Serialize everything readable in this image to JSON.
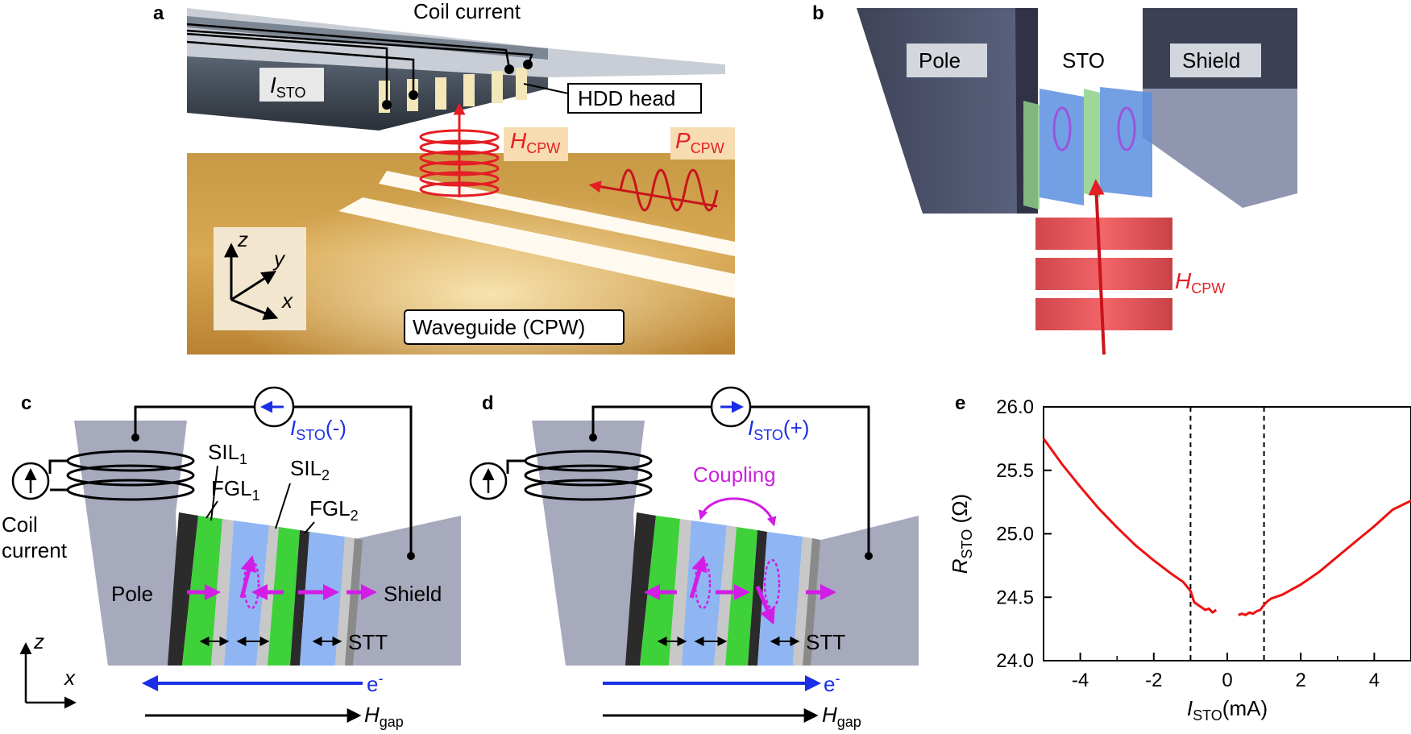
{
  "panels": {
    "a": {
      "letter": "a",
      "coil_current": "Coil current",
      "i_sto_main": "I",
      "i_sto_sub": "STO",
      "hdd_head": "HDD head",
      "h_main": "H",
      "h_sub": "CPW",
      "p_main": "P",
      "p_sub": "CPW",
      "axis_z": "z",
      "axis_y": "y",
      "axis_x": "x",
      "waveguide": "Waveguide (CPW)"
    },
    "b": {
      "letter": "b",
      "pole": "Pole",
      "sto": "STO",
      "shield": "Shield",
      "h_main": "H",
      "h_sub": "CPW"
    },
    "c": {
      "letter": "c",
      "current_main": "I",
      "current_sub": "STO",
      "current_sign": "(-)",
      "sil1_main": "SIL",
      "sil1_sub": "1",
      "fgl1_main": "FGL",
      "fgl1_sub": "1",
      "sil2_main": "SIL",
      "sil2_sub": "2",
      "fgl2_main": "FGL",
      "fgl2_sub": "2",
      "coil_line1": "Coil",
      "coil_line2": "current",
      "pole": "Pole",
      "shield": "Shield",
      "stt": "STT",
      "axis_z": "z",
      "axis_x": "x",
      "electron_main": "e",
      "electron_sup": "-",
      "hgap_main": "H",
      "hgap_sub": "gap"
    },
    "d": {
      "letter": "d",
      "current_main": "I",
      "current_sub": "STO",
      "current_sign": "(+)",
      "coupling": "Coupling",
      "stt": "STT",
      "electron_main": "e",
      "electron_sup": "-",
      "hgap_main": "H",
      "hgap_sub": "gap"
    },
    "e": {
      "letter": "e"
    }
  },
  "chart_data": {
    "type": "line",
    "title": "",
    "xlabel_main": "I",
    "xlabel_sub": "STO",
    "xlabel_unit": "(mA)",
    "ylabel_main": "R",
    "ylabel_sub": "STO",
    "ylabel_unit": "(Ω)",
    "xlim": [
      -5,
      5
    ],
    "ylim": [
      24.0,
      26.0
    ],
    "xticks": [
      -4,
      -2,
      0,
      2,
      4
    ],
    "xtick_labels": [
      "-4",
      "-2",
      "0",
      "2",
      "4"
    ],
    "yticks": [
      24.0,
      24.5,
      25.0,
      25.5,
      26.0
    ],
    "ytick_labels": [
      "24.0",
      "24.5",
      "25.0",
      "25.5",
      "26.0"
    ],
    "vlines": [
      -1,
      1
    ],
    "line_color": "#ee1111",
    "series": [
      {
        "values_x": [
          -5.0,
          -4.5,
          -4.0,
          -3.5,
          -3.0,
          -2.5,
          -2.0,
          -1.5,
          -1.2,
          -1.0,
          -0.9,
          -0.8,
          -0.7,
          -0.6,
          -0.5,
          -0.4,
          -0.3
        ],
        "values_y": [
          25.75,
          25.55,
          25.37,
          25.2,
          25.05,
          24.91,
          24.79,
          24.68,
          24.62,
          24.55,
          24.46,
          24.44,
          24.42,
          24.4,
          24.41,
          24.38,
          24.4
        ]
      },
      {
        "values_x": [
          0.3,
          0.4,
          0.5,
          0.6,
          0.7,
          0.8,
          0.9,
          1.0,
          1.1,
          1.2,
          1.5,
          2.0,
          2.5,
          3.0,
          3.5,
          4.0,
          4.5,
          5.0
        ],
        "values_y": [
          24.36,
          24.37,
          24.36,
          24.38,
          24.37,
          24.39,
          24.4,
          24.44,
          24.47,
          24.49,
          24.52,
          24.6,
          24.7,
          24.82,
          24.94,
          25.06,
          25.19,
          25.26
        ]
      }
    ]
  }
}
